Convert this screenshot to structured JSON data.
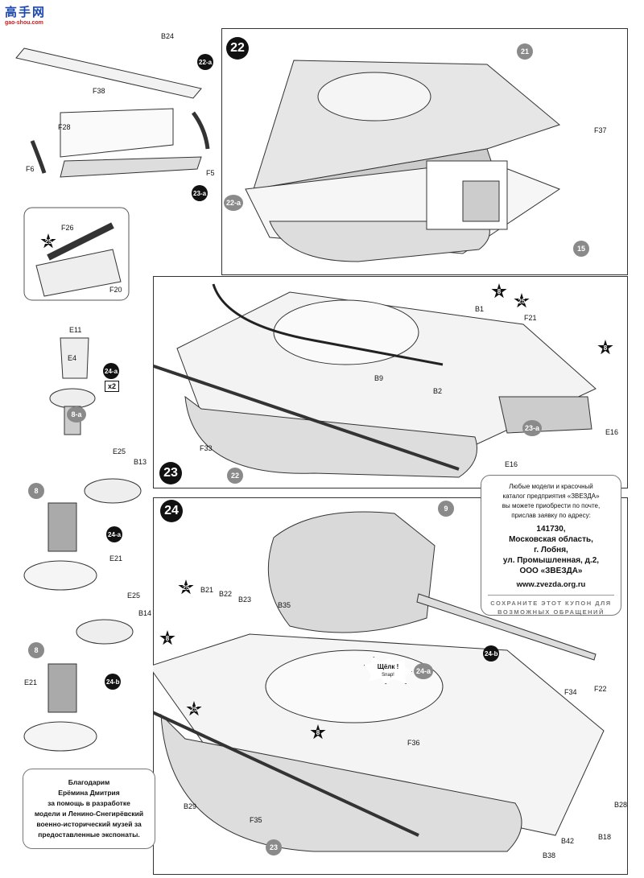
{
  "logo": {
    "text": "高手网",
    "url": "gao-shou.com"
  },
  "left_column": {
    "labels": [
      "B24",
      "F38",
      "F28",
      "F6",
      "F5",
      "F26",
      "F20",
      "E11",
      "E4",
      "E25",
      "B13",
      "E21",
      "E25",
      "B14",
      "E21"
    ],
    "badges": [
      "22-a",
      "23-a",
      "24-a",
      "8-a",
      "24-a",
      "24-b"
    ],
    "circles": [
      "8",
      "8"
    ],
    "stars": [
      "25"
    ],
    "multiplier": "x2"
  },
  "step22": {
    "number": "22",
    "labels": [
      "F37"
    ],
    "grey_badges": [
      "21",
      "22-a",
      "15"
    ]
  },
  "step23": {
    "number": "23",
    "labels": [
      "B1",
      "F21",
      "B9",
      "B2",
      "E16",
      "E16",
      "F33"
    ],
    "grey_badges": [
      "23-a",
      "22"
    ],
    "stars": [
      "8",
      "25",
      "8"
    ]
  },
  "step24": {
    "number": "24",
    "labels": [
      "B21",
      "B22",
      "B23",
      "B35",
      "F34",
      "F22",
      "F36",
      "B29",
      "F35",
      "B28",
      "B18",
      "B42",
      "B38"
    ],
    "grey_badges": [
      "9",
      "24-a",
      "24-b",
      "23"
    ],
    "stars": [
      "25",
      "8",
      "25",
      "8"
    ],
    "snap_text": "Щёлк !",
    "snap_text_en": "Snap!"
  },
  "coupon": {
    "intro": [
      "Любые модели и красочный",
      "каталог предприятия «ЗВЕЗДА»",
      "вы можете приобрести по почте,",
      "прислав заявку по адресу:"
    ],
    "address": [
      "141730,",
      "Московская область,",
      "г. Лобня,",
      "ул. Промышленная, д.2,",
      "ООО «ЗВЕЗДА»"
    ],
    "url": "www.zvezda.org.ru",
    "save_note": [
      "СОХРАНИТЕ ЭТОТ КУПОН ДЛЯ",
      "ВОЗМОЖНЫХ ОБРАЩЕНИЙ"
    ]
  },
  "thanks": {
    "lines": [
      "Благодарим",
      "Ерёмина Дмитрия",
      "за помощь в разработке",
      "модели и Ленино-Снегирёвский",
      "военно-исторический музей за",
      "предоставленные экспонаты."
    ]
  }
}
